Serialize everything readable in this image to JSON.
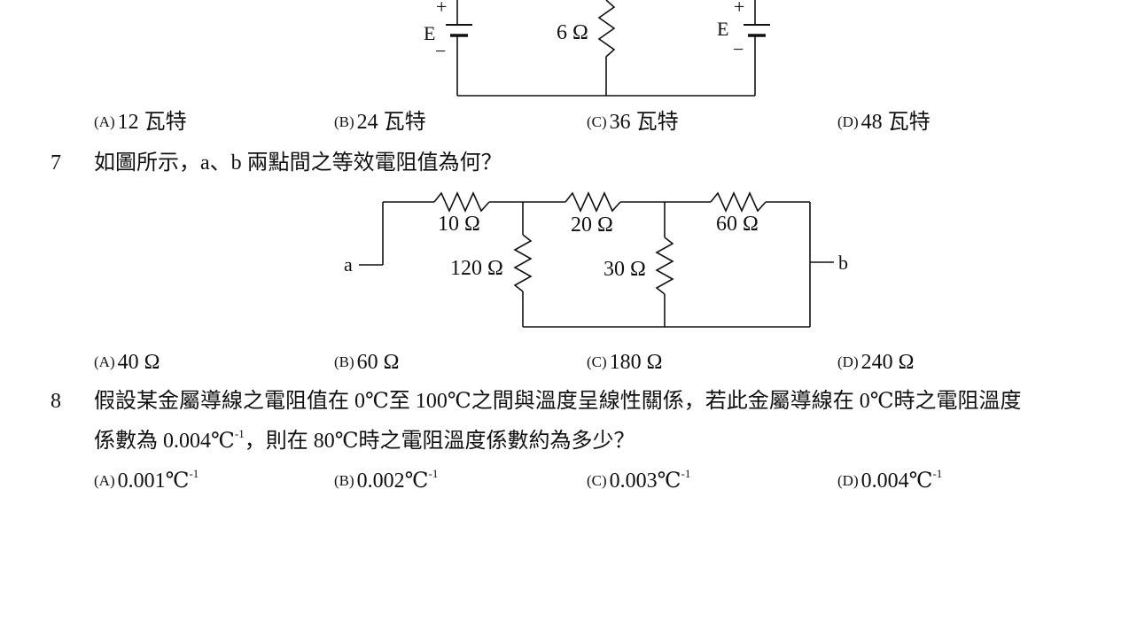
{
  "q6": {
    "circuit": {
      "left_source_label": "E",
      "right_source_label": "E",
      "plus": "+",
      "minus": "−",
      "mid_resistor_label": "6 Ω"
    },
    "options": [
      {
        "letter": "(A)",
        "text": "12 瓦特"
      },
      {
        "letter": "(B)",
        "text": "24 瓦特"
      },
      {
        "letter": "(C)",
        "text": "36 瓦特"
      },
      {
        "letter": "(D)",
        "text": "48 瓦特"
      }
    ]
  },
  "q7": {
    "number": "7",
    "text": "如圖所示，a、b 兩點間之等效電阻值為何？",
    "circuit": {
      "terminal_a": "a",
      "terminal_b": "b",
      "r_top1": "10 Ω",
      "r_top2": "20 Ω",
      "r_top3": "60 Ω",
      "r_shunt1": "120 Ω",
      "r_shunt2": "30 Ω"
    },
    "options": [
      {
        "letter": "(A)",
        "text": "40 Ω"
      },
      {
        "letter": "(B)",
        "text": "60 Ω"
      },
      {
        "letter": "(C)",
        "text": "180 Ω"
      },
      {
        "letter": "(D)",
        "text": "240 Ω"
      }
    ]
  },
  "q8": {
    "number": "8",
    "line1": "假設某金屬導線之電阻值在 0℃至 100℃之間與溫度呈線性關係，若此金屬導線在 0℃時之電阻溫度",
    "line2_before": "係數為 0.004℃",
    "line2_sup": "-1",
    "line2_after": "，則在 80℃時之電阻溫度係數約為多少？",
    "options": [
      {
        "letter": "(A)",
        "text": "0.001℃",
        "sup": "-1"
      },
      {
        "letter": "(B)",
        "text": "0.002℃",
        "sup": "-1"
      },
      {
        "letter": "(C)",
        "text": "0.003℃",
        "sup": "-1"
      },
      {
        "letter": "(D)",
        "text": "0.004℃",
        "sup": "-1"
      }
    ]
  }
}
